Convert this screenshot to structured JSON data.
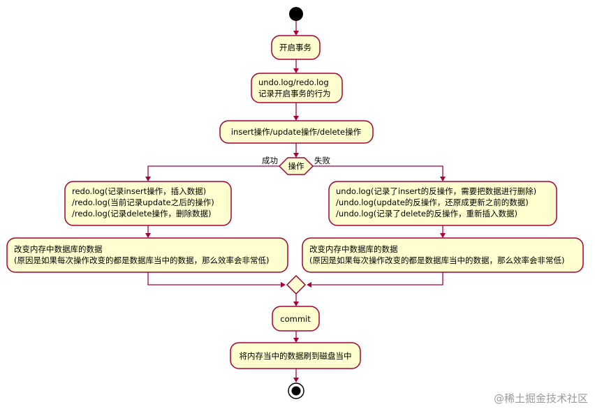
{
  "diagram": {
    "actions": {
      "start_tx": "开启事务",
      "log_line1": "undo.log/redo.log",
      "log_line2": "记录开启事务的行为",
      "ops": "insert操作/update操作/delete操作",
      "redo1": "redo.log(记录insert操作，插入数据)",
      "redo2": "/redo.log(当前记录update之后的操作)",
      "redo3": "/redo.log(记录delete操作，删除数据)",
      "undo1": "undo.log(记录了insert的反操作，需要把数据进行删除)",
      "undo2": "/undo.log(update的反操作，还原成更新之前的数据)",
      "undo3": "/undo.log(记录了delete的反操作，重新插入数据)",
      "mem_left1": "改变内存中数据库的数据",
      "mem_left2": "(原因是如果每次操作改变的都是数据库当中的数据，那么效率会非常低)",
      "mem_right1": "改变内存中数据库的数据",
      "mem_right2": "(原因是如果每次操作改变的都是数据库当中的数据，那么效率会非常低)",
      "commit": "commit",
      "flush": "将内存当中的数据刷到磁盘当中"
    },
    "decision": {
      "label": "操作",
      "yes": "成功",
      "no": "失败"
    },
    "colors": {
      "box_fill": "#FEFECE",
      "border": "#A80036",
      "node": "#000000"
    }
  },
  "watermark": "@稀土掘金技术社区"
}
